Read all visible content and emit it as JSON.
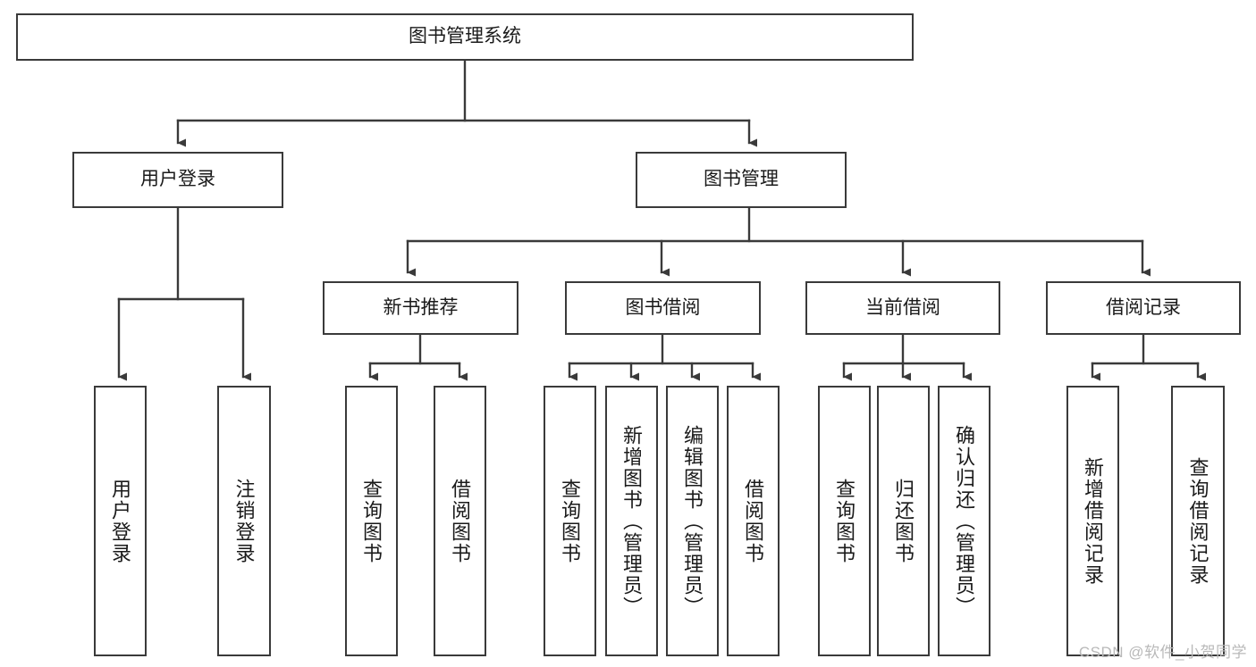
{
  "diagram": {
    "type": "tree",
    "title_node": {
      "id": "root",
      "label": "图书管理系统"
    },
    "level2": [
      {
        "id": "login",
        "label": "用户登录"
      },
      {
        "id": "bookmgmt",
        "label": "图书管理"
      }
    ],
    "level3": [
      {
        "id": "newbook",
        "label": "新书推荐"
      },
      {
        "id": "borrow",
        "label": "图书借阅"
      },
      {
        "id": "current",
        "label": "当前借阅"
      },
      {
        "id": "record",
        "label": "借阅记录"
      }
    ],
    "leaves": [
      {
        "id": "leaf-user-login",
        "label": "用户登录",
        "parent": "login"
      },
      {
        "id": "leaf-logout",
        "label": "注销登录",
        "parent": "login"
      },
      {
        "id": "leaf-query-book-1",
        "label": "查询图书",
        "parent": "newbook"
      },
      {
        "id": "leaf-borrow-book-1",
        "label": "借阅图书",
        "parent": "newbook"
      },
      {
        "id": "leaf-query-book-2",
        "label": "查询图书",
        "parent": "borrow"
      },
      {
        "id": "leaf-add-book",
        "label": "新增图书（管理员）",
        "parent": "borrow"
      },
      {
        "id": "leaf-edit-book",
        "label": "编辑图书（管理员）",
        "parent": "borrow"
      },
      {
        "id": "leaf-borrow-book-2",
        "label": "借阅图书",
        "parent": "borrow"
      },
      {
        "id": "leaf-query-book-3",
        "label": "查询图书",
        "parent": "current"
      },
      {
        "id": "leaf-return-book",
        "label": "归还图书",
        "parent": "current"
      },
      {
        "id": "leaf-confirm-return",
        "label": "确认归还（管理员）",
        "parent": "current"
      },
      {
        "id": "leaf-add-record",
        "label": "新增借阅记录",
        "parent": "record"
      },
      {
        "id": "leaf-query-record",
        "label": "查询借阅记录",
        "parent": "record"
      }
    ],
    "colors": {
      "stroke": "#3a3a3a",
      "fill": "#ffffff",
      "text": "#1a1a1a",
      "watermark": "#b9b9b9"
    }
  },
  "watermark": {
    "text": "CSDN @软件_小贺同学"
  }
}
